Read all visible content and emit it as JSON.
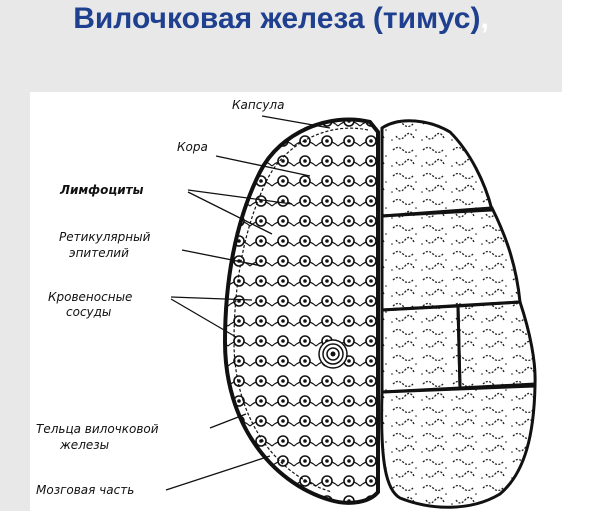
{
  "title": {
    "text": "Вилочковая железа (тимус)",
    "trailing_mark": ",",
    "color": "#1f3f8f"
  },
  "figure": {
    "description": "Схема строения вилочковой железы: левая доля — гистологическая структура, правая — дольки",
    "labels": [
      {
        "id": "capsule",
        "text": "Капсула"
      },
      {
        "id": "cortex",
        "text": "Кора"
      },
      {
        "id": "lymphocytes",
        "text": "Лимфоциты"
      },
      {
        "id": "reticular-line1",
        "text": "Ретикулярный"
      },
      {
        "id": "reticular-line2",
        "text": "эпителий"
      },
      {
        "id": "vessels-line1",
        "text": "Кровеносные"
      },
      {
        "id": "vessels-line2",
        "text": "сосуды"
      },
      {
        "id": "bodies-line1",
        "text": "Тельца вилочковой"
      },
      {
        "id": "bodies-line2",
        "text": "железы"
      },
      {
        "id": "medulla",
        "text": "Мозговая часть"
      }
    ]
  },
  "colors": {
    "slide_background": "#e8e8e8",
    "figure_background": "#ffffff",
    "ink": "#111111"
  }
}
